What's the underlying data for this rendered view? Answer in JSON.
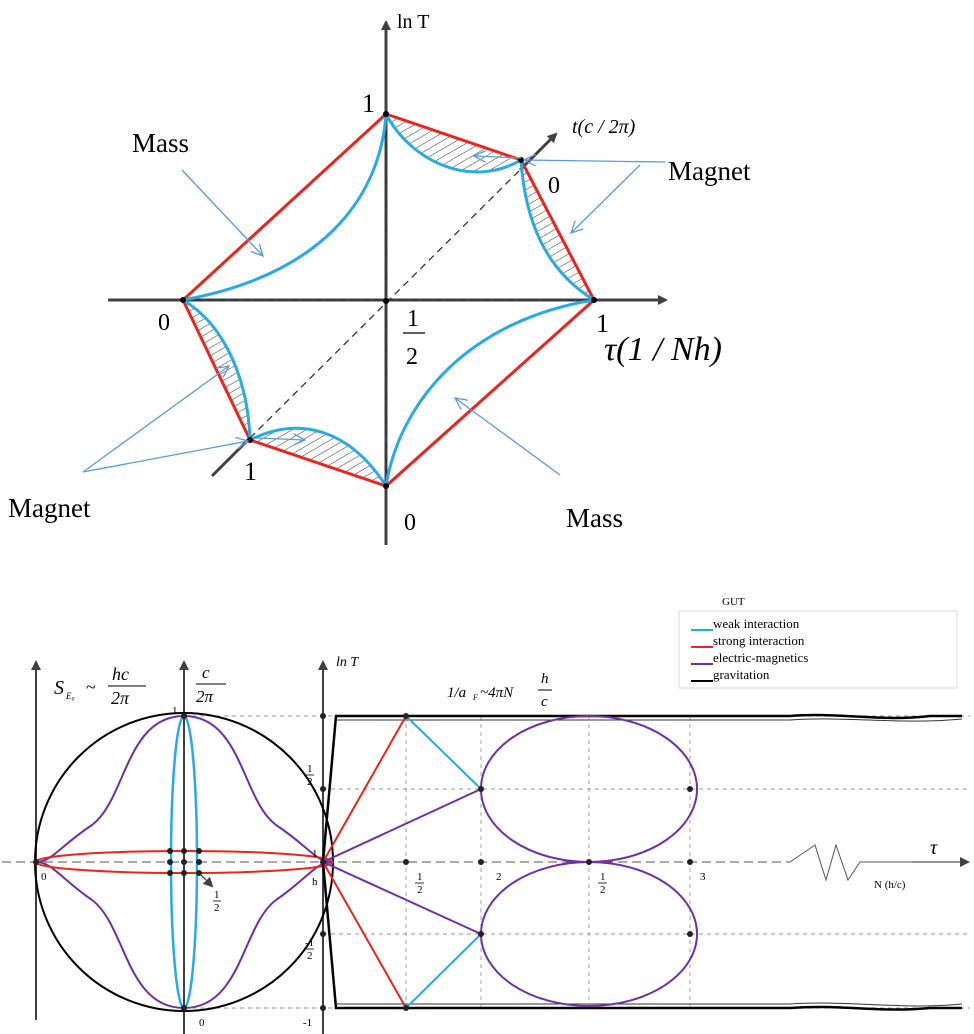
{
  "top_diagram": {
    "axis_labels": {
      "lnT": "ln T",
      "t": "t(c / 2π)",
      "tau": "τ(1 / Nh)"
    },
    "tick_labels": {
      "top": "1",
      "diag_top_right": "0",
      "right": "1",
      "left": "0",
      "diag_bottom_left": "1",
      "bottom": "0",
      "center_frac_num": "1",
      "center_frac_den": "2"
    },
    "annotations": {
      "mass_top": "Mass",
      "mass_bottom": "Mass",
      "magnet_right": "Magnet",
      "magnet_left": "Magnet"
    }
  },
  "bottom_diagram": {
    "legend": {
      "title": "GUT",
      "items": [
        {
          "label": "weak interaction",
          "color": "#29abe2"
        },
        {
          "label": "strong interaction",
          "color": "#e8251f"
        },
        {
          "label": "electric-magnetics",
          "color": "#7030a0"
        },
        {
          "label": "gravitation",
          "color": "#000000"
        }
      ]
    },
    "panel1": {
      "formula_lhs": "S",
      "formula_sub": "E₀",
      "formula_mid": "~",
      "formula_num": "hc",
      "formula_den": "2π",
      "label_0": "0",
      "label_half_num": "1",
      "label_half_den": "2"
    },
    "panel2": {
      "axis_frac_num": "c",
      "axis_frac_den": "2π",
      "label_1": "1",
      "label_0": "0"
    },
    "panel3": {
      "axis_label": "ln T",
      "formula": "1/a",
      "formula_sub": "F",
      "formula_rest": "~4πN",
      "formula_num": "h",
      "formula_den": "c",
      "y_half_num": "1",
      "y_half_den": "2",
      "y_1": "1",
      "y_h": "h",
      "y_neg_half_num": "-1",
      "y_neg_half_den": "2",
      "y_neg1": "-1",
      "x_half_num": "1",
      "x_half_den": "2",
      "x_2": "2",
      "x_half2_num": "1",
      "x_half2_den": "2",
      "x_3": "3",
      "tau_label": "τ",
      "n_label": "N (h/c)"
    }
  },
  "colors": {
    "red": "#e8251f",
    "blue": "#29abe2",
    "purple": "#7030a0",
    "axis": "#404040",
    "arrow": "#5b9bd5"
  }
}
